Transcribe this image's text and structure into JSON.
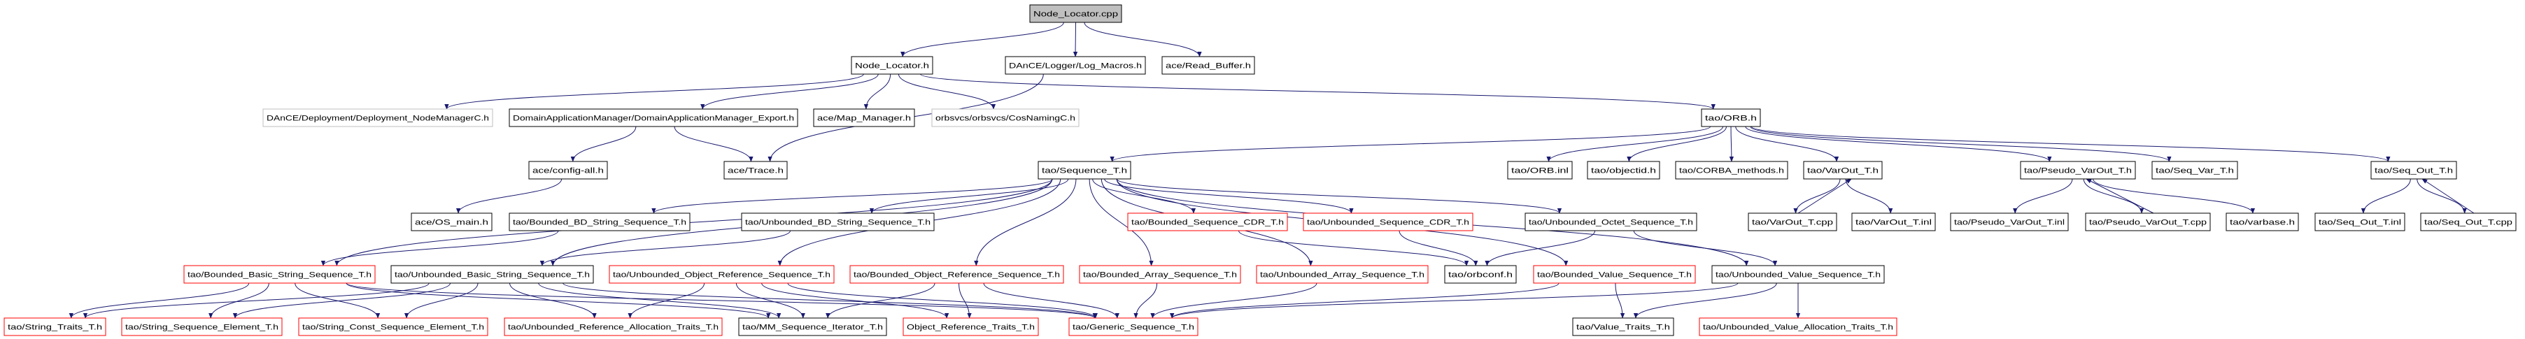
{
  "colors": {
    "edge": "#191970",
    "root_fill": "#bfbfbf",
    "documented_border": "#000000",
    "truncated_border": "#ff0000",
    "external_border": "#bfbfbf"
  },
  "nodes": [
    {
      "id": "root",
      "label": "Node_Locator.cpp",
      "kind": "root"
    },
    {
      "id": "nlh",
      "label": "Node_Locator.h",
      "kind": "documented"
    },
    {
      "id": "logm",
      "label": "DAnCE/Logger/Log_Macros.h",
      "kind": "documented"
    },
    {
      "id": "readbuf",
      "label": "ace/Read_Buffer.h",
      "kind": "documented"
    },
    {
      "id": "depnm",
      "label": "DAnCE/Deployment/Deployment_NodeManagerC.h",
      "kind": "external"
    },
    {
      "id": "damexp",
      "label": "DomainApplicationManager/DomainApplicationManager_Export.h",
      "kind": "documented"
    },
    {
      "id": "mapmgr",
      "label": "ace/Map_Manager.h",
      "kind": "documented"
    },
    {
      "id": "cosnam",
      "label": "orbsvcs/orbsvcs/CosNamingC.h",
      "kind": "external"
    },
    {
      "id": "orbh",
      "label": "tao/ORB.h",
      "kind": "documented"
    },
    {
      "id": "cfgall",
      "label": "ace/config-all.h",
      "kind": "documented"
    },
    {
      "id": "trace",
      "label": "ace/Trace.h",
      "kind": "documented"
    },
    {
      "id": "seqt",
      "label": "tao/Sequence_T.h",
      "kind": "documented"
    },
    {
      "id": "orbinl",
      "label": "tao/ORB.inl",
      "kind": "documented"
    },
    {
      "id": "objid",
      "label": "tao/objectid.h",
      "kind": "documented"
    },
    {
      "id": "corbam",
      "label": "tao/CORBA_methods.h",
      "kind": "documented"
    },
    {
      "id": "varout",
      "label": "tao/VarOut_T.h",
      "kind": "documented"
    },
    {
      "id": "pvarout",
      "label": "tao/Pseudo_VarOut_T.h",
      "kind": "documented"
    },
    {
      "id": "seqvar",
      "label": "tao/Seq_Var_T.h",
      "kind": "documented"
    },
    {
      "id": "seqout",
      "label": "tao/Seq_Out_T.h",
      "kind": "documented"
    },
    {
      "id": "osmain",
      "label": "ace/OS_main.h",
      "kind": "documented"
    },
    {
      "id": "bbds",
      "label": "tao/Bounded_BD_String_Sequence_T.h",
      "kind": "documented"
    },
    {
      "id": "ubds",
      "label": "tao/Unbounded_BD_String_Sequence_T.h",
      "kind": "documented"
    },
    {
      "id": "bcdr",
      "label": "tao/Bounded_Sequence_CDR_T.h",
      "kind": "truncated"
    },
    {
      "id": "ucdr",
      "label": "tao/Unbounded_Sequence_CDR_T.h",
      "kind": "truncated"
    },
    {
      "id": "uoct",
      "label": "tao/Unbounded_Octet_Sequence_T.h",
      "kind": "documented"
    },
    {
      "id": "varoutcpp",
      "label": "tao/VarOut_T.cpp",
      "kind": "documented"
    },
    {
      "id": "varoutinl",
      "label": "tao/VarOut_T.inl",
      "kind": "documented"
    },
    {
      "id": "pvinl",
      "label": "tao/Pseudo_VarOut_T.inl",
      "kind": "documented"
    },
    {
      "id": "pvcpp",
      "label": "tao/Pseudo_VarOut_T.cpp",
      "kind": "documented"
    },
    {
      "id": "varbase",
      "label": "tao/varbase.h",
      "kind": "documented"
    },
    {
      "id": "soinl",
      "label": "tao/Seq_Out_T.inl",
      "kind": "documented"
    },
    {
      "id": "socpp",
      "label": "tao/Seq_Out_T.cpp",
      "kind": "documented"
    },
    {
      "id": "bbas",
      "label": "tao/Bounded_Basic_String_Sequence_T.h",
      "kind": "truncated"
    },
    {
      "id": "ubas",
      "label": "tao/Unbounded_Basic_String_Sequence_T.h",
      "kind": "documented"
    },
    {
      "id": "uobj",
      "label": "tao/Unbounded_Object_Reference_Sequence_T.h",
      "kind": "truncated"
    },
    {
      "id": "bobj",
      "label": "tao/Bounded_Object_Reference_Sequence_T.h",
      "kind": "truncated"
    },
    {
      "id": "barr",
      "label": "tao/Bounded_Array_Sequence_T.h",
      "kind": "truncated"
    },
    {
      "id": "uarr",
      "label": "tao/Unbounded_Array_Sequence_T.h",
      "kind": "truncated"
    },
    {
      "id": "orbconf",
      "label": "tao/orbconf.h",
      "kind": "documented"
    },
    {
      "id": "bval",
      "label": "tao/Bounded_Value_Sequence_T.h",
      "kind": "truncated"
    },
    {
      "id": "uval",
      "label": "tao/Unbounded_Value_Sequence_T.h",
      "kind": "documented"
    },
    {
      "id": "strtr",
      "label": "tao/String_Traits_T.h",
      "kind": "truncated"
    },
    {
      "id": "strel",
      "label": "tao/String_Sequence_Element_T.h",
      "kind": "truncated"
    },
    {
      "id": "strcel",
      "label": "tao/String_Const_Sequence_Element_T.h",
      "kind": "truncated"
    },
    {
      "id": "urefal",
      "label": "tao/Unbounded_Reference_Allocation_Traits_T.h",
      "kind": "truncated"
    },
    {
      "id": "mmit",
      "label": "tao/MM_Sequence_Iterator_T.h",
      "kind": "documented"
    },
    {
      "id": "objtr",
      "label": "Object_Reference_Traits_T.h",
      "kind": "truncated"
    },
    {
      "id": "genseq",
      "label": "tao/Generic_Sequence_T.h",
      "kind": "truncated"
    },
    {
      "id": "valtr",
      "label": "tao/Value_Traits_T.h",
      "kind": "documented"
    },
    {
      "id": "uvalal",
      "label": "tao/Unbounded_Value_Allocation_Traits_T.h",
      "kind": "truncated"
    }
  ],
  "edges": [
    [
      "root",
      "nlh"
    ],
    [
      "root",
      "logm"
    ],
    [
      "root",
      "readbuf"
    ],
    [
      "nlh",
      "depnm"
    ],
    [
      "nlh",
      "damexp"
    ],
    [
      "nlh",
      "mapmgr"
    ],
    [
      "nlh",
      "cosnam"
    ],
    [
      "nlh",
      "orbh"
    ],
    [
      "logm",
      "trace"
    ],
    [
      "damexp",
      "cfgall"
    ],
    [
      "damexp",
      "trace"
    ],
    [
      "cfgall",
      "osmain"
    ],
    [
      "orbh",
      "seqt"
    ],
    [
      "orbh",
      "orbinl"
    ],
    [
      "orbh",
      "objid"
    ],
    [
      "orbh",
      "corbam"
    ],
    [
      "orbh",
      "varout"
    ],
    [
      "orbh",
      "pvarout"
    ],
    [
      "orbh",
      "seqvar"
    ],
    [
      "orbh",
      "seqout"
    ],
    [
      "varout",
      "varoutcpp"
    ],
    [
      "varoutcpp",
      "varout"
    ],
    [
      "varout",
      "varoutinl"
    ],
    [
      "pvarout",
      "pvinl"
    ],
    [
      "pvarout",
      "pvcpp"
    ],
    [
      "pvcpp",
      "pvarout"
    ],
    [
      "pvarout",
      "varbase"
    ],
    [
      "seqout",
      "soinl"
    ],
    [
      "seqout",
      "socpp"
    ],
    [
      "socpp",
      "seqout"
    ],
    [
      "seqt",
      "bbds"
    ],
    [
      "seqt",
      "ubds"
    ],
    [
      "seqt",
      "bbas"
    ],
    [
      "seqt",
      "ubas"
    ],
    [
      "seqt",
      "uobj"
    ],
    [
      "seqt",
      "bobj"
    ],
    [
      "seqt",
      "barr"
    ],
    [
      "seqt",
      "uarr"
    ],
    [
      "seqt",
      "bcdr"
    ],
    [
      "seqt",
      "ucdr"
    ],
    [
      "seqt",
      "uoct"
    ],
    [
      "seqt",
      "bval"
    ],
    [
      "seqt",
      "uval"
    ],
    [
      "bbds",
      "bbas"
    ],
    [
      "ubds",
      "ubas"
    ],
    [
      "bcdr",
      "orbconf"
    ],
    [
      "ucdr",
      "orbconf"
    ],
    [
      "uoct",
      "orbconf"
    ],
    [
      "uoct",
      "uval"
    ],
    [
      "bbas",
      "strtr"
    ],
    [
      "bbas",
      "strel"
    ],
    [
      "bbas",
      "strcel"
    ],
    [
      "bbas",
      "mmit"
    ],
    [
      "bbas",
      "genseq"
    ],
    [
      "ubas",
      "strtr"
    ],
    [
      "ubas",
      "strel"
    ],
    [
      "ubas",
      "strcel"
    ],
    [
      "ubas",
      "urefal"
    ],
    [
      "ubas",
      "mmit"
    ],
    [
      "ubas",
      "genseq"
    ],
    [
      "uobj",
      "urefal"
    ],
    [
      "uobj",
      "mmit"
    ],
    [
      "uobj",
      "objtr"
    ],
    [
      "uobj",
      "genseq"
    ],
    [
      "bobj",
      "mmit"
    ],
    [
      "bobj",
      "objtr"
    ],
    [
      "bobj",
      "genseq"
    ],
    [
      "barr",
      "genseq"
    ],
    [
      "uarr",
      "genseq"
    ],
    [
      "bval",
      "genseq"
    ],
    [
      "bval",
      "valtr"
    ],
    [
      "uval",
      "genseq"
    ],
    [
      "uval",
      "valtr"
    ],
    [
      "uval",
      "uvalal"
    ]
  ]
}
